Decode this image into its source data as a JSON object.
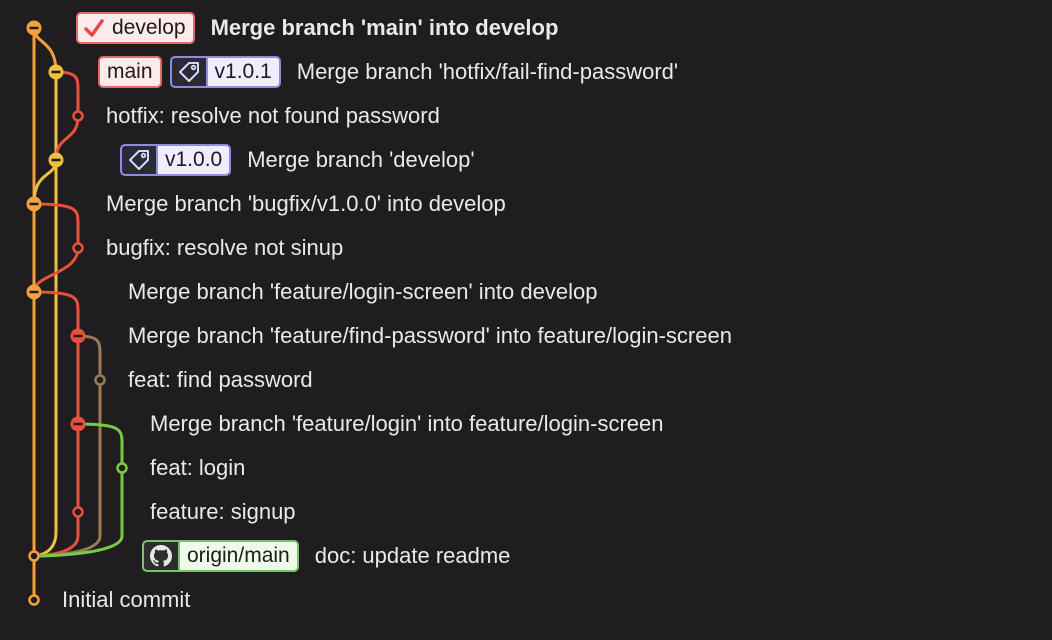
{
  "commits": [
    {
      "message": "Merge branch 'main' into develop",
      "head": true,
      "refs": [
        {
          "type": "branch",
          "label": "develop",
          "checked": true
        }
      ]
    },
    {
      "message": "Merge branch 'hotfix/fail-find-password'",
      "refs": [
        {
          "type": "branch",
          "label": "main"
        },
        {
          "type": "tag",
          "label": "v1.0.1"
        }
      ]
    },
    {
      "message": "hotfix: resolve not found password",
      "refs": []
    },
    {
      "message": "Merge branch 'develop'",
      "refs": [
        {
          "type": "tag",
          "label": "v1.0.0"
        }
      ]
    },
    {
      "message": "Merge branch 'bugfix/v1.0.0' into develop",
      "refs": []
    },
    {
      "message": "bugfix: resolve not sinup",
      "refs": []
    },
    {
      "message": "Merge branch 'feature/login-screen' into develop",
      "refs": []
    },
    {
      "message": "Merge branch 'feature/find-password' into feature/login-screen",
      "refs": []
    },
    {
      "message": "feat: find password",
      "refs": []
    },
    {
      "message": "Merge branch 'feature/login' into feature/login-screen",
      "refs": []
    },
    {
      "message": "feat: login",
      "refs": []
    },
    {
      "message": "feature: signup",
      "refs": []
    },
    {
      "message": "doc: update readme",
      "refs": [
        {
          "type": "remote",
          "label": "origin/main",
          "icon": "github-icon"
        }
      ]
    },
    {
      "message": "Initial commit",
      "refs": []
    }
  ],
  "colors": {
    "develop": "#f5a03a",
    "main": "#f0c040",
    "hotfix": "#e8503e",
    "feature": "#9a7b55",
    "login": "#7ac943",
    "badge_branch_border": "#e26a6a",
    "badge_tag_border": "#8c8ce0",
    "badge_remote_border": "#78c46a"
  },
  "icons": {
    "check": "check-icon",
    "tag": "tag-icon",
    "github": "github-icon"
  }
}
